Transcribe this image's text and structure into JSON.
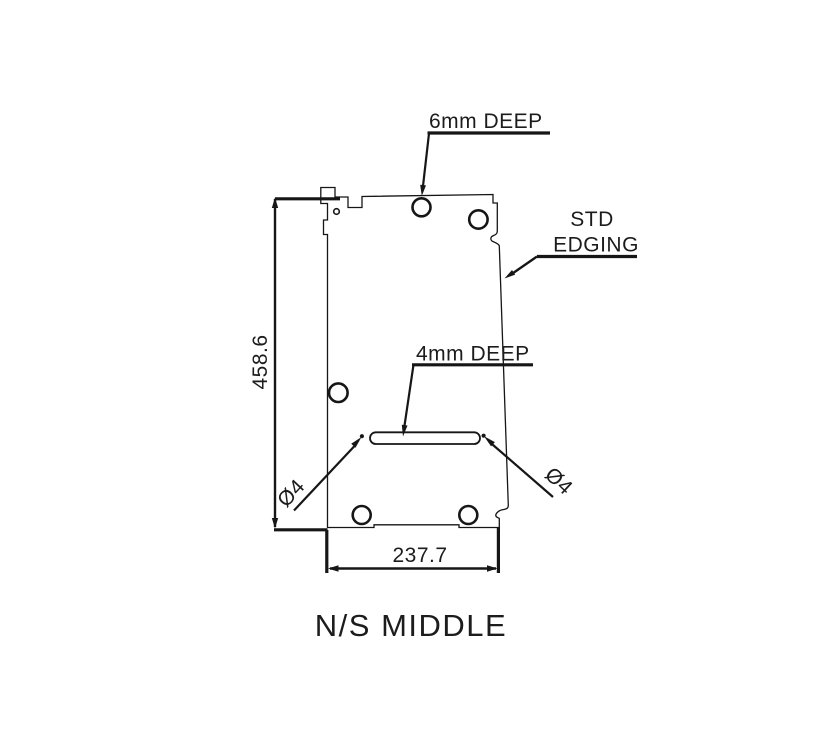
{
  "canvas": {
    "background": "#ffffff",
    "ink": "#161616"
  },
  "title": {
    "label": "N/S MIDDLE"
  },
  "dimensions": {
    "height_mm": "458.6",
    "width_mm": "237.7"
  },
  "annotations": {
    "top_hole_depth": {
      "label": "6mm DEEP"
    },
    "edging": {
      "line1": "STD",
      "line2": "EDGING"
    },
    "slot_depth": {
      "label": "4mm DEEP"
    },
    "slot_diameter_left": {
      "label": "Ø4"
    },
    "slot_diameter_right": {
      "label": "Ø4"
    }
  }
}
